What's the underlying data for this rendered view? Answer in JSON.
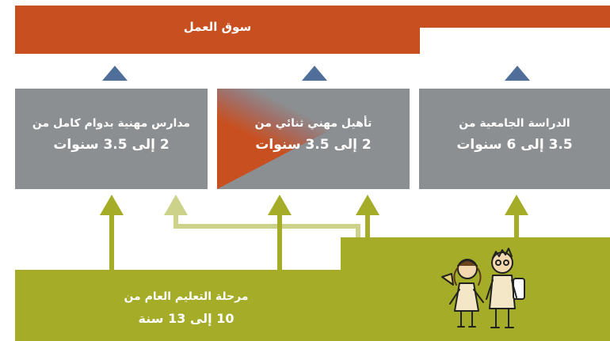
{
  "labor_market": {
    "label": "سوق العمل",
    "color": "#c85020"
  },
  "paths": [
    {
      "id": "fulltime",
      "title": "مدارس مهنية بدوام كامل من",
      "duration": "2 إلى 3.5 سنوات",
      "color": "#8c8f91"
    },
    {
      "id": "dual",
      "title": "تأهيل مهني ثنائي من",
      "duration": "2 إلى 3.5 سنوات",
      "colors": [
        "#c85020",
        "#8c8f91"
      ]
    },
    {
      "id": "university",
      "title": "الدراسة الجامعية من",
      "duration": "3.5 إلى 6 سنوات",
      "color": "#8c8f91"
    }
  ],
  "general_education": {
    "title": "مرحلة التعليم العام من",
    "duration": "10 إلى 13 سنة",
    "color": "#a5ac28"
  },
  "colors": {
    "triangle": "#4f6f9a",
    "arrow": "#a5ac28",
    "arrow_light": "#ccd28a"
  },
  "icons": {
    "students": "students-illustration"
  }
}
